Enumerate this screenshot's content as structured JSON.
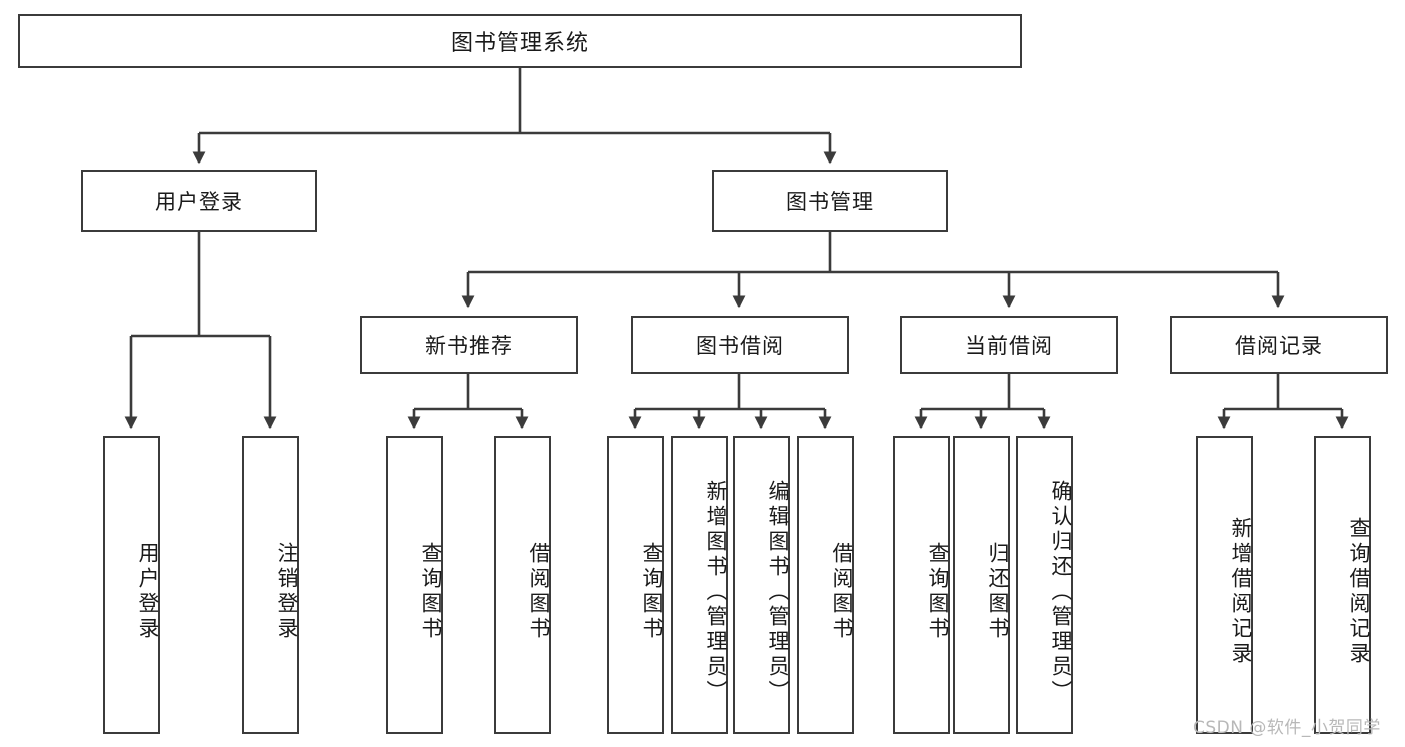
{
  "diagram": {
    "title": "图书管理系统",
    "type": "tree",
    "watermark": "CSDN @软件_小贺同学",
    "colors": {
      "stroke": "#3b3b3b",
      "text": "#1a1a1a",
      "background": "#ffffff",
      "watermark": "#b8b8b8"
    },
    "levels": {
      "root": {
        "label": "图书管理系统"
      },
      "level2": [
        {
          "id": "user-login",
          "label": "用户登录"
        },
        {
          "id": "book-management",
          "label": "图书管理"
        }
      ],
      "level3": [
        {
          "id": "new-book-recommend",
          "label": "新书推荐"
        },
        {
          "id": "book-borrow",
          "label": "图书借阅"
        },
        {
          "id": "current-borrow",
          "label": "当前借阅"
        },
        {
          "id": "borrow-record",
          "label": "借阅记录"
        }
      ],
      "leaves": [
        {
          "id": "leaf-user-login",
          "label": "用户登录",
          "parent": "user-login"
        },
        {
          "id": "leaf-user-logout",
          "label": "注销登录",
          "parent": "user-login"
        },
        {
          "id": "leaf-query-book-1",
          "label": "查询图书",
          "parent": "new-book-recommend"
        },
        {
          "id": "leaf-borrow-book-1",
          "label": "借阅图书",
          "parent": "new-book-recommend"
        },
        {
          "id": "leaf-query-book-2",
          "label": "查询图书",
          "parent": "book-borrow"
        },
        {
          "id": "leaf-add-book",
          "label": "新增图书（管理员）",
          "parent": "book-borrow"
        },
        {
          "id": "leaf-edit-book",
          "label": "编辑图书（管理员）",
          "parent": "book-borrow"
        },
        {
          "id": "leaf-borrow-book-2",
          "label": "借阅图书",
          "parent": "book-borrow"
        },
        {
          "id": "leaf-query-book-3",
          "label": "查询图书",
          "parent": "current-borrow"
        },
        {
          "id": "leaf-return-book",
          "label": "归还图书",
          "parent": "current-borrow"
        },
        {
          "id": "leaf-confirm-return",
          "label": "确认归还（管理员）",
          "parent": "current-borrow"
        },
        {
          "id": "leaf-add-record",
          "label": "新增借阅记录",
          "parent": "borrow-record"
        },
        {
          "id": "leaf-query-record",
          "label": "查询借阅记录",
          "parent": "borrow-record"
        }
      ]
    }
  }
}
